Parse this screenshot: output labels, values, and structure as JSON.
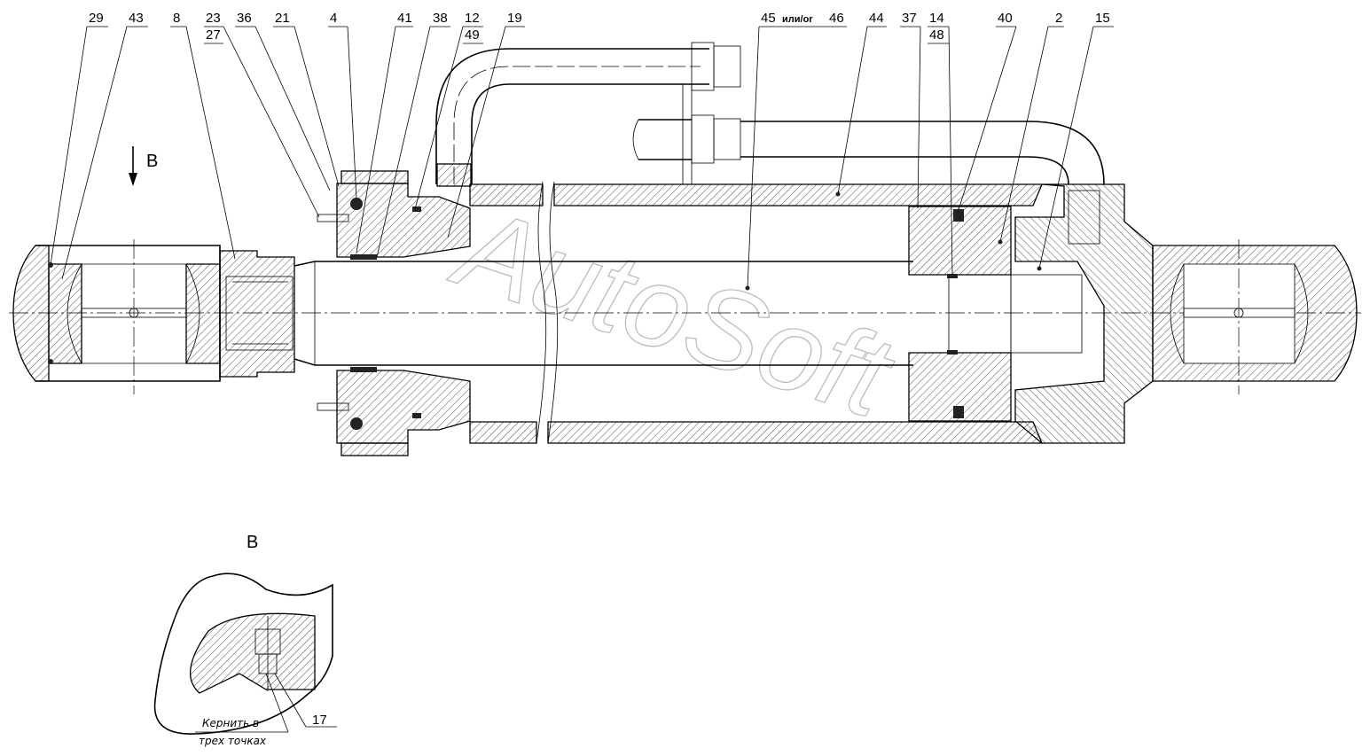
{
  "callouts_top": [
    {
      "id": "29",
      "text": "29"
    },
    {
      "id": "43",
      "text": "43"
    },
    {
      "id": "8",
      "text": "8"
    },
    {
      "id": "23",
      "text": "23",
      "sub": "27"
    },
    {
      "id": "36",
      "text": "36"
    },
    {
      "id": "21",
      "text": "21"
    },
    {
      "id": "4",
      "text": "4"
    },
    {
      "id": "41",
      "text": "41"
    },
    {
      "id": "38",
      "text": "38"
    },
    {
      "id": "12",
      "text": "12",
      "sub": "49"
    },
    {
      "id": "19",
      "text": "19"
    },
    {
      "id": "45",
      "text": "45",
      "mid": "или/or",
      "after": "46"
    },
    {
      "id": "44",
      "text": "44"
    },
    {
      "id": "37",
      "text": "37"
    },
    {
      "id": "14",
      "text": "14",
      "sub": "48"
    },
    {
      "id": "40",
      "text": "40"
    },
    {
      "id": "2",
      "text": "2"
    },
    {
      "id": "15",
      "text": "15"
    }
  ],
  "view_marker": "B",
  "detail": {
    "title": "B",
    "callout": "17",
    "note_line1": "Кернить в",
    "note_line2": "трех точках"
  },
  "watermark": "AutoSoft"
}
